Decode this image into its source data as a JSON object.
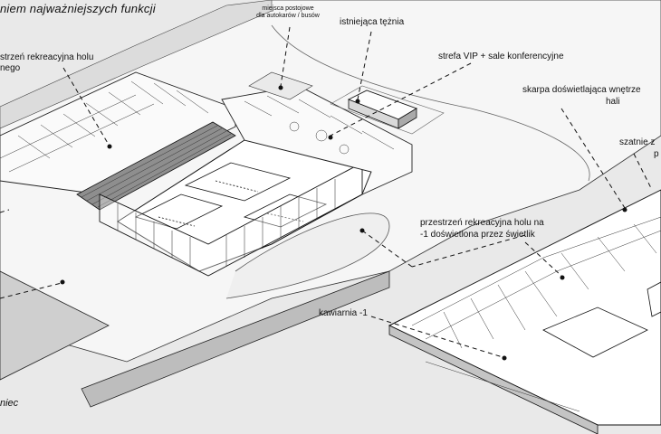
{
  "header": {
    "title": "niem najważniejszych funkcji"
  },
  "labels": {
    "parking": "miejsca postojowe\ndla autokarów / busów",
    "teznia": "istniejąca tężnia",
    "rekreacyjna_top": "strzeń rekreacyjna holu",
    "rekreacyjna_top_line2": "nego",
    "vip": "strefa VIP + sale konferencyjne",
    "skarpa": "skarpa doświetlająca wnętrze",
    "skarpa_line2": "hali",
    "szatnie": "szatnie z",
    "szatnie_line2": "p",
    "rekreacyjna_lower": "przestrzeń rekreacyjna holu na",
    "rekreacyjna_lower_line2": "-1 doświetlona przez świetlik",
    "kawiarnia": "kawiarnia -1",
    "bottom_left": "niec"
  },
  "colors": {
    "background": "#e9e9e9",
    "ground": "#f7f7f7",
    "line": "#111111",
    "shade": "#bdbdbd"
  }
}
